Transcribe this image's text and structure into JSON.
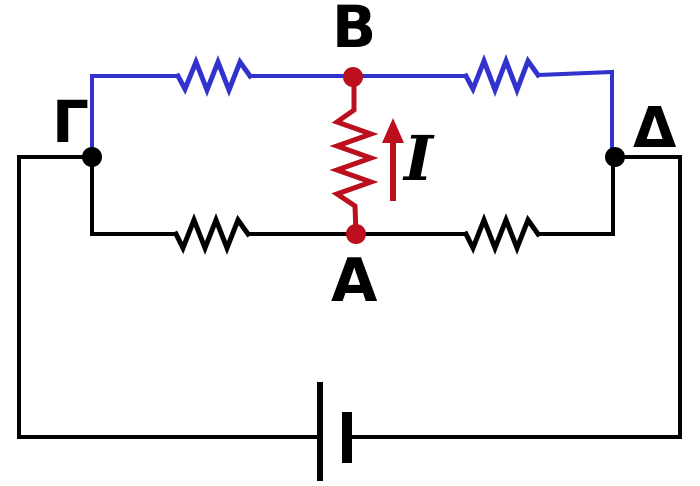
{
  "diagram": {
    "type": "circuit-diagram",
    "labels": {
      "top_node": "B",
      "left_node": "Γ",
      "right_node": "Δ",
      "bottom_node": "A",
      "current": "I"
    },
    "colors": {
      "wire": "#000000",
      "blue": "#3232cd",
      "red": "#bb0f1d",
      "text": "#000000"
    }
  }
}
